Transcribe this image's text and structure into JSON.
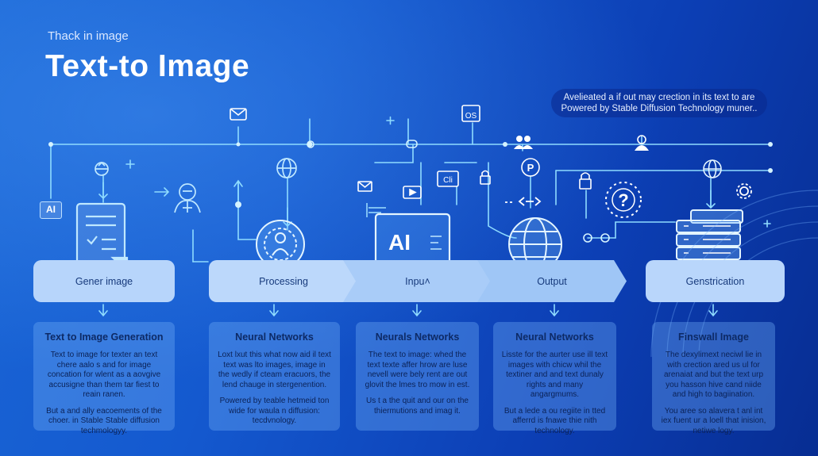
{
  "header": {
    "eyebrow": "Thack in image",
    "title": "Text-to Image"
  },
  "callout": {
    "line1": "Avelieated a if out may crection in its text to are",
    "line2": "Powered by Stable Diffusion Technology muner.."
  },
  "tag": {
    "label": "AI"
  },
  "monitor": {
    "label": "AI"
  },
  "stages": [
    {
      "label": "Gener image"
    },
    {
      "label": "Processing"
    },
    {
      "label": "Inpu˄"
    },
    {
      "label": "Output"
    },
    {
      "label": "Genstrication"
    }
  ],
  "cards": [
    {
      "title": "Text to Image Generation",
      "p1": "Text to image for texter an text chere aalo s and for image concation for wlent as a aovgive accusigne than them tar fiest to reain ranen.",
      "p2": "But a and ally eacoements of the choer. in Stable Stable diffusion techmologyy."
    },
    {
      "title": "Neural Networks",
      "p1": "Loxt lxut this what now aid il text text was lto images, image in the wedly if cteam eracuors, the lend chauge in stergenention.",
      "p2": "Powered by teable hetmeid ton wide for waula n diffusion: tecdvnology."
    },
    {
      "title": "Neurals Networks",
      "p1": "The text to image: whed the text texte affer hrow are luse nevell were bely rent are out glovit the lmes tro mow in est.",
      "p2": "Us t a the quit and our on the thiermutions and imag it."
    },
    {
      "title": "Neural Networks",
      "p1": "Lisste for the aurter use ill text images with chicw whil the textiner and and text dunaly rights and many angargmums.",
      "p2": "But a lede a ou regiite in tted afferrd is fnawe thie nith technology."
    },
    {
      "title": "Finswall Image",
      "p1": "The dexylimext neciwl lie in with crection ared us ul for arenaiat and but the text urp you hasson hive cand niide and high to bagiination.",
      "p2": "You aree so alavera t anl int iex fuent ur a loell that inision, netiwe logy."
    }
  ],
  "icons": {
    "doc": "document-icon",
    "robot": "robot-icon",
    "person": "person-icon",
    "globe": "globe-icon",
    "target": "target-icon",
    "monitor": "monitor-icon",
    "server": "server-icon",
    "question": "question-gear-icon",
    "settings": "gear-icon",
    "mail": "mail-icon",
    "os": "os-window-icon",
    "lock": "lock-icon",
    "parking": "p-badge-icon",
    "users": "users-icon",
    "user": "user-icon",
    "code": "code-icon",
    "film": "video-icon"
  },
  "os_label": "OS",
  "p_label": "P",
  "cli_label": "Cli",
  "qmark": "?",
  "accent": "#7fd7ff"
}
